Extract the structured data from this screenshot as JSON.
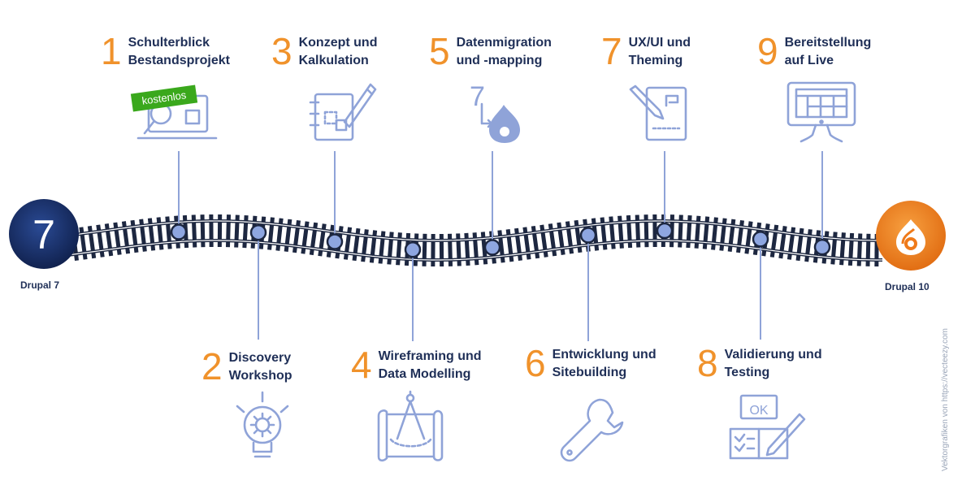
{
  "start": {
    "number": "7",
    "label": "Drupal 7"
  },
  "end": {
    "label": "Drupal 10"
  },
  "badge": "kostenlos",
  "credit": "Vektorgrafiken von https://vecteezy.com",
  "migration_icon_text": "7",
  "ok_text": "OK",
  "steps": [
    {
      "num": "1",
      "title": "Schulterblick\nBestandsprojekt"
    },
    {
      "num": "2",
      "title": "Discovery\nWorkshop"
    },
    {
      "num": "3",
      "title": "Konzept und\nKalkulation"
    },
    {
      "num": "4",
      "title": "Wireframing und\nData Modelling"
    },
    {
      "num": "5",
      "title": "Datenmigration\nund -mapping"
    },
    {
      "num": "6",
      "title": "Entwicklung und\nSitebuilding"
    },
    {
      "num": "7",
      "title": "UX/UI und\nTheming"
    },
    {
      "num": "8",
      "title": "Validierung und\nTesting"
    },
    {
      "num": "9",
      "title": "Bereitstellung\nauf Live"
    }
  ],
  "colors": {
    "accent": "#f0922b",
    "text": "#1f2f57",
    "icon": "#8fa3d8",
    "track": "#1d2740",
    "node": "#8ea6e0",
    "badge": "#3aa81c",
    "drupal7_circle": "#1c3470",
    "drupal10_circle": "#ef7a1a"
  }
}
